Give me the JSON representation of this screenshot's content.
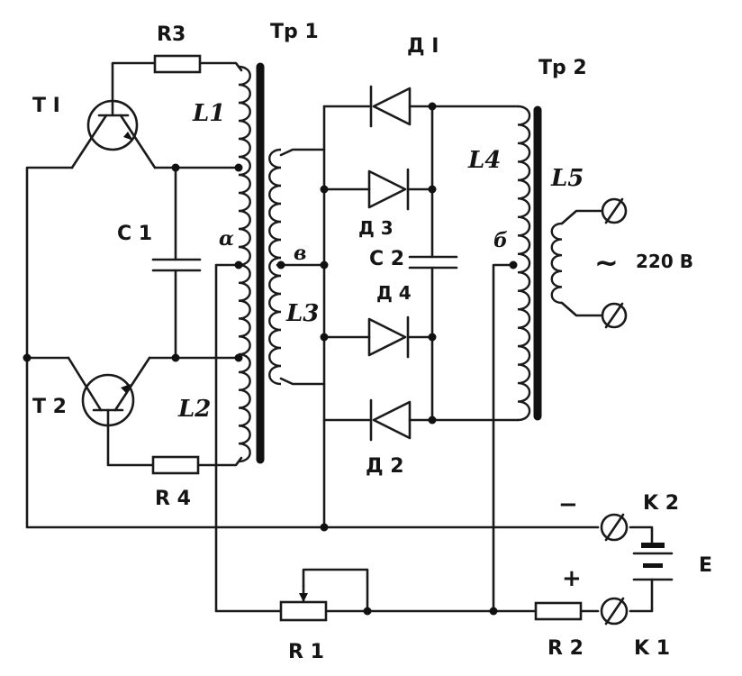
{
  "labels": {
    "r3": "R3",
    "tr1": "Тр 1",
    "tr2": "Тр 2",
    "d1": "Д I",
    "t1": "T I",
    "t2": "T 2",
    "l1": "L1",
    "l2": "L2",
    "l3": "L3",
    "l4": "L4",
    "l5": "L5",
    "c1": "C 1",
    "c2": "C 2",
    "d2": "Д 2",
    "d3": "Д 3",
    "d4": "Д 4",
    "r1": "R 1",
    "r2": "R 2",
    "r4": "R 4",
    "k1": "K 1",
    "k2": "K 2",
    "e": "E",
    "minus": "−",
    "plus": "+",
    "ac": "~",
    "v220": "220 B",
    "node_a": "α",
    "node_b": "б",
    "node_v": "в"
  }
}
